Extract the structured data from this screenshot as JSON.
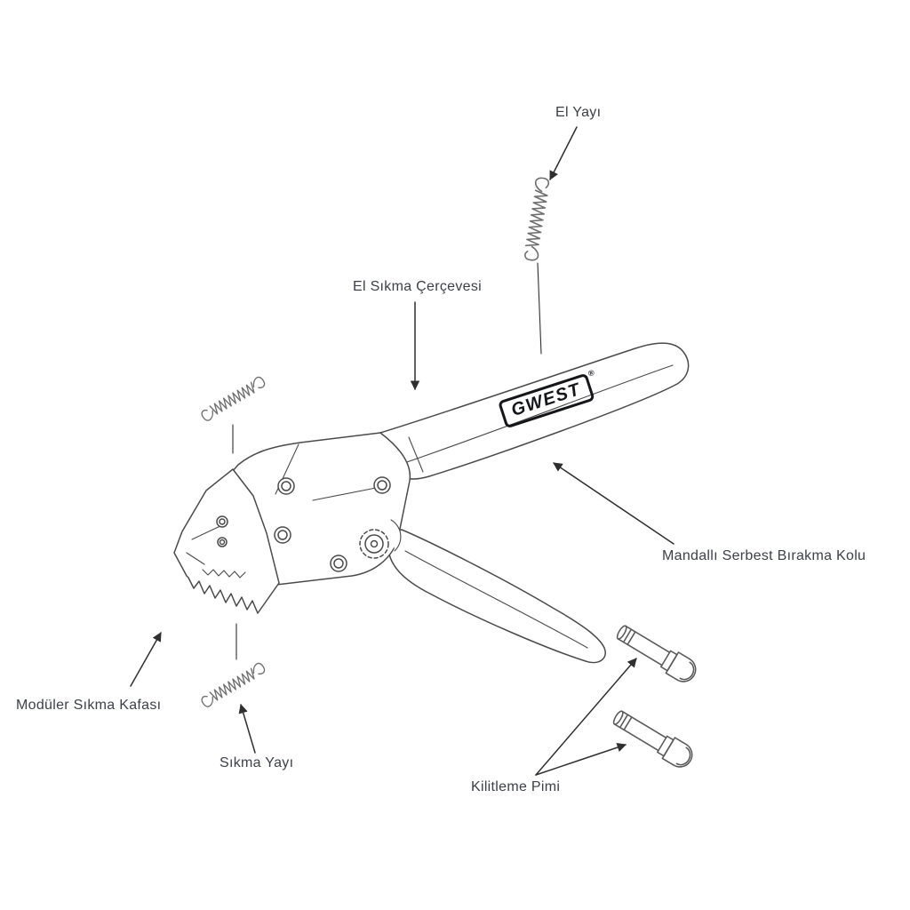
{
  "diagram": {
    "subject": "crimping-tool-exploded-view",
    "brand": {
      "name": "GWEST",
      "registered": "®"
    },
    "labels": {
      "hand_spring": "El Yayı",
      "hand_frame": "El Sıkma Çerçevesi",
      "release_lever": "Mandallı Serbest Bırakma Kolu",
      "crimp_head": "Modüler Sıkma Kafası",
      "crimp_spring": "Sıkma Yayı",
      "locking_pin": "Kilitleme Pimi"
    },
    "colors": {
      "background": "#ffffff",
      "tool_line": "#4a4a4a",
      "spring_line": "#6e6e6e",
      "arrow": "#2f2f2f",
      "label_text": "#3c4049",
      "logo": "#15161a"
    }
  }
}
